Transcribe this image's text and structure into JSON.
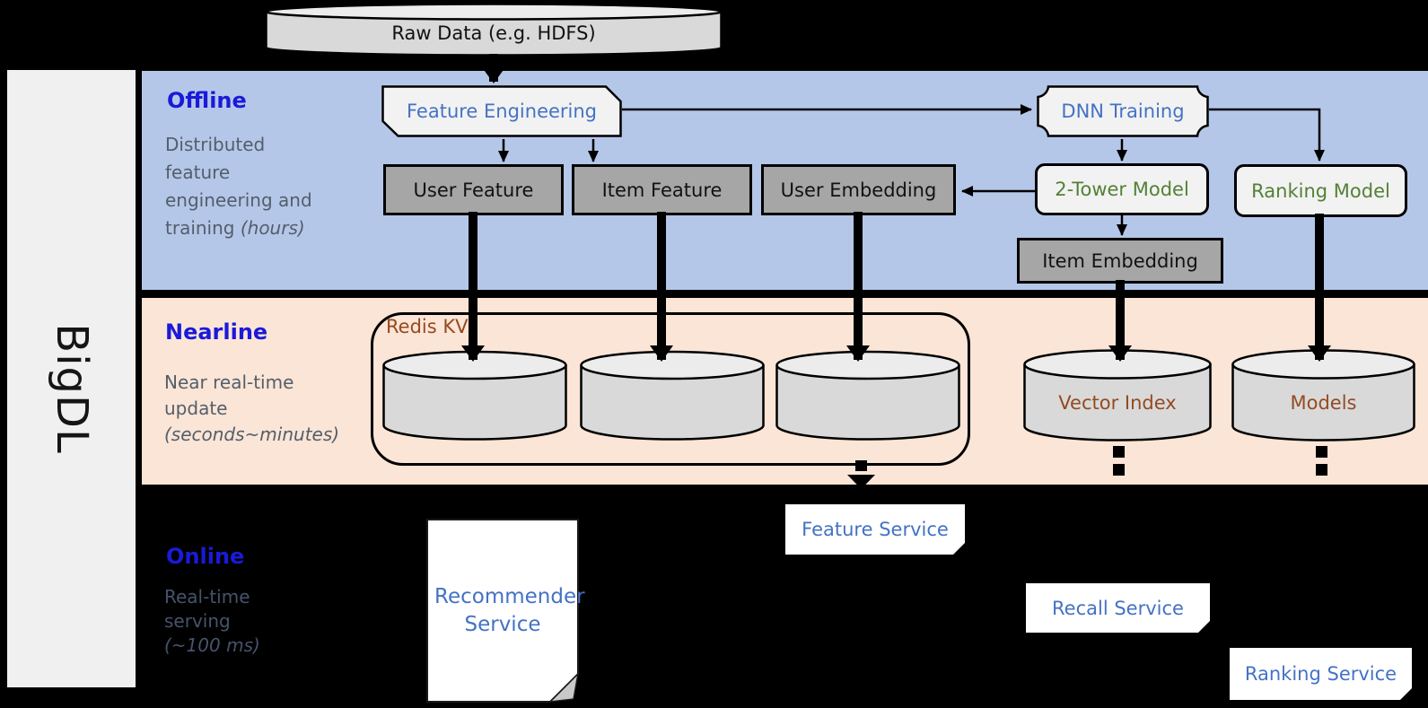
{
  "sidebar": {
    "label": "BigDL"
  },
  "source": {
    "label": "Raw Data (e.g. HDFS)"
  },
  "bands": {
    "offline": {
      "title": "Offline",
      "desc_lines": [
        "Distributed",
        "feature",
        "engineering and"
      ],
      "desc_tail": "training ",
      "desc_italic": "(hours)"
    },
    "nearline": {
      "title": "Nearline",
      "desc_lines": [
        "Near real-time",
        "update"
      ],
      "desc_italic": "(seconds~minutes)"
    },
    "online": {
      "title": "Online",
      "desc_lines": [
        "Real-time",
        "serving"
      ],
      "desc_italic": "(~100 ms)"
    }
  },
  "nodes": {
    "feature_engineering": "Feature Engineering",
    "dnn_training": "DNN Training",
    "user_feature": "User Feature",
    "item_feature": "Item Feature",
    "user_embedding": "User Embedding",
    "two_tower_model": "2-Tower Model",
    "ranking_model": "Ranking Model",
    "item_embedding": "Item Embedding",
    "redis_kv": "Redis KV",
    "vector_index": "Vector Index",
    "models": "Models",
    "recommender_service": "Recommender Service",
    "feature_service": "Feature Service",
    "recall_service": "Recall Service",
    "ranking_service": "Ranking Service"
  },
  "colors": {
    "offline_band": "#b5c7e8",
    "nearline_band": "#fbe5d6",
    "online_band": "#000000",
    "band_title_blue": "#1a1ad9",
    "node_text_blue": "#4472c4",
    "node_text_green": "#538135",
    "node_text_brown": "#954a21",
    "gray_box": "#a6a6a6",
    "light_box": "#f2f2f2",
    "cylinder_body": "#d9d9d9",
    "sidebar_gray": "#f0f0f0"
  }
}
